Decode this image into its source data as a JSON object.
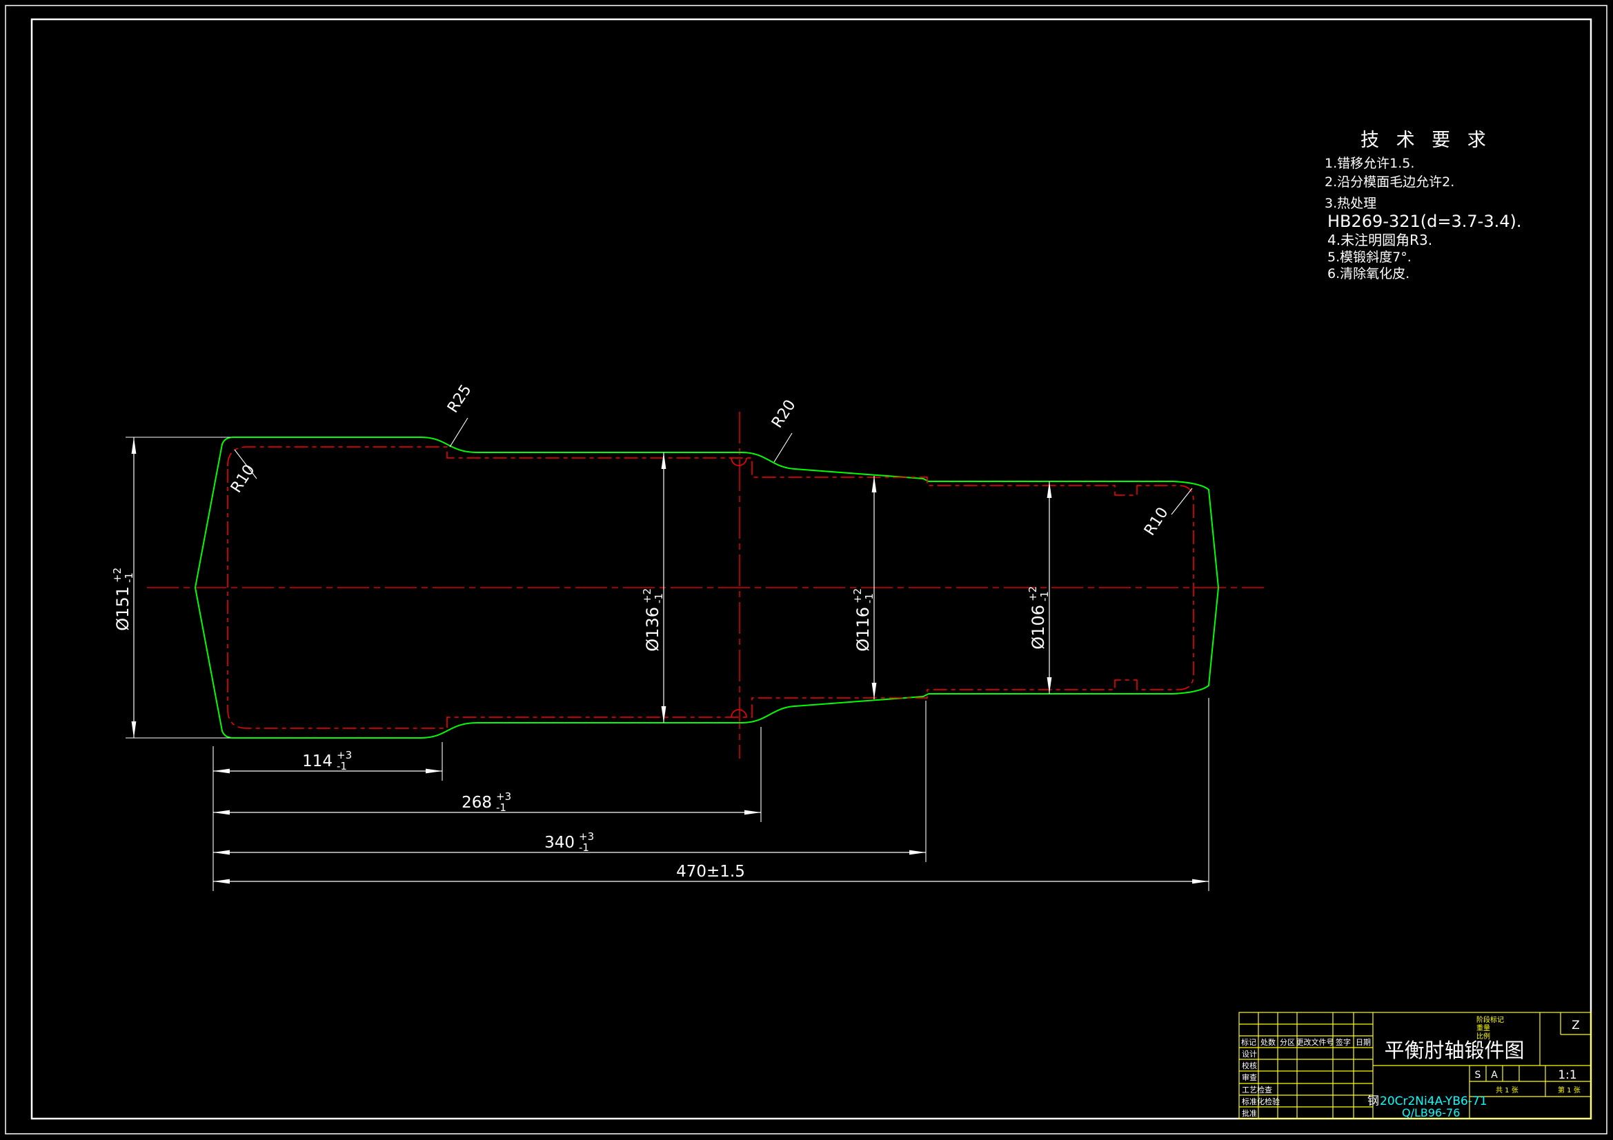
{
  "colors": {
    "background": "#000000",
    "forging_outline": "#00ff00",
    "machined_outline": "#ff0000",
    "dimension": "#ffffff",
    "title_block_lines": "#ffff00",
    "material_text": "#00ffff"
  },
  "tech_requirements": {
    "title": "技 术 要 求",
    "lines": [
      "1.错移允许1.5.",
      "2.沿分模面毛边允许2.",
      "3.热处理",
      "HB269-321(d=3.7-3.4).",
      "4.未注明圆角R3.",
      "5.模锻斜度7°.",
      "6.清除氧化皮."
    ]
  },
  "dimensions": {
    "dia151": {
      "value": "Ø151",
      "tol_up": "+2",
      "tol_dn": "-1"
    },
    "dia136": {
      "value": "Ø136",
      "tol_up": "+2",
      "tol_dn": "-1"
    },
    "dia116": {
      "value": "Ø116",
      "tol_up": "+2",
      "tol_dn": "-1"
    },
    "dia106": {
      "value": "Ø106",
      "tol_up": "+2",
      "tol_dn": "-1"
    },
    "len114": {
      "value": "114",
      "tol_up": "+3",
      "tol_dn": "-1"
    },
    "len268": {
      "value": "268",
      "tol_up": "+3",
      "tol_dn": "-1"
    },
    "len340": {
      "value": "340",
      "tol_up": "+3",
      "tol_dn": "-1"
    },
    "len470": {
      "value": "470±1.5"
    },
    "rad25": "R25",
    "rad20": "R20",
    "rad10_left": "R10",
    "rad10_right": "R10"
  },
  "title_block": {
    "part_name": "平衡肘轴锻件图",
    "material_prefix": "钢",
    "material": "20Cr2Ni4A-YB6-71",
    "standard": "Q/LB96-76",
    "zone_marker": "Z",
    "scale_value": "1:1",
    "stage_marks": [
      "S",
      "A"
    ],
    "header_cells": [
      "标记",
      "处数",
      "分区",
      "更改文件号",
      "签字",
      "日期"
    ],
    "row_labels": [
      "设计",
      "校核",
      "审查",
      "工艺检查",
      "标准化检验",
      "批准"
    ],
    "stage_label": "阶段标记",
    "weight_label": "重量",
    "scale_label": "比例",
    "sheet_total": "共 1 张",
    "sheet_no": "第 1 张"
  }
}
